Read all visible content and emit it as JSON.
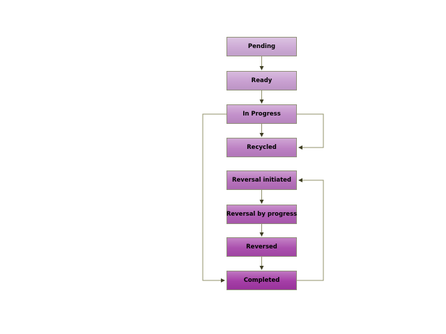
{
  "diagram": {
    "type": "flowchart-state-diagram",
    "background_color": "#ffffff",
    "text_color": "#000000",
    "node_border_color": "#8f8f78",
    "connector_color": "#90906a",
    "arrowhead_color": "#3f3f23",
    "nodes": [
      {
        "id": "pending",
        "label": "Pending",
        "color": "#cba7d4"
      },
      {
        "id": "ready",
        "label": "Ready",
        "color": "#c69ccf"
      },
      {
        "id": "in-progress",
        "label": "In Progress",
        "color": "#c08cc8"
      },
      {
        "id": "recycled",
        "label": "Recycled",
        "color": "#ba7cc1"
      },
      {
        "id": "reversal-initiated",
        "label": "Reversal initiated",
        "color": "#b46cba"
      },
      {
        "id": "reversal-by-progress",
        "label": "Reversal by progress",
        "color": "#ae5bb3"
      },
      {
        "id": "reversed",
        "label": "Reversed",
        "color": "#a849ab"
      },
      {
        "id": "completed",
        "label": "Completed",
        "color": "#a136a3"
      }
    ],
    "edges": [
      {
        "from": "Pending",
        "to": "Ready",
        "route": "down"
      },
      {
        "from": "Ready",
        "to": "In Progress",
        "route": "down"
      },
      {
        "from": "In Progress",
        "to": "Recycled",
        "route": "down"
      },
      {
        "from": "Reversal initiated",
        "to": "Reversal by progress",
        "route": "down"
      },
      {
        "from": "Reversal by progress",
        "to": "Reversed",
        "route": "down"
      },
      {
        "from": "Reversed",
        "to": "Completed",
        "route": "down"
      },
      {
        "from": "In Progress",
        "to": "Recycled",
        "route": "right-loop"
      },
      {
        "from": "Completed",
        "to": "Reversal initiated",
        "route": "right-loop"
      },
      {
        "from": "In Progress",
        "to": "Completed",
        "route": "left-loop"
      }
    ]
  }
}
